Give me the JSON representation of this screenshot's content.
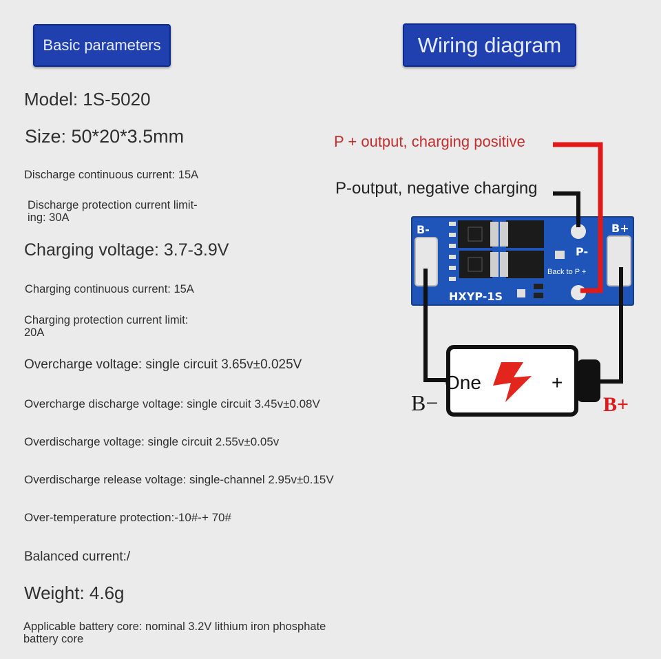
{
  "header": {
    "basic_parameters": "Basic parameters",
    "wiring_diagram": "Wiring diagram"
  },
  "parameters": {
    "model": "Model: 1S-5020",
    "size": "Size: 50*20*3.5mm",
    "discharge_continuous": "Discharge continuous current: 15A",
    "discharge_protection_line1": "Discharge protection current limit-",
    "discharge_protection_line2": "ing: 30A",
    "charging_voltage": "Charging voltage: 3.7-3.9V",
    "charging_continuous": "Charging continuous current: 15A",
    "charging_protection_line1": "Charging protection current limit:",
    "charging_protection_line2": "20A",
    "overcharge_voltage": "Overcharge voltage: single circuit 3.65v±0.025V",
    "overcharge_discharge_voltage": "Overcharge discharge voltage: single circuit 3.45v±0.08V",
    "overdischarge_voltage": "Overdischarge voltage: single circuit 2.55v±0.05v",
    "overdischarge_release": "Overdischarge release voltage: single-channel 2.95v±0.15V",
    "over_temperature": "Over-temperature protection:-10#-+ 70#",
    "balanced_current": "Balanced current:/",
    "weight": "Weight: 4.6g",
    "battery_core_line1": "Applicable battery core: nominal 3.2V lithium iron phosphate",
    "battery_core_line2": "battery core"
  },
  "wiring": {
    "p_plus_label": "P + output, charging positive",
    "p_minus_label": "P-output, negative charging",
    "board_label": "HXYP-1S",
    "pad_b_minus": "B-",
    "pad_b_plus": "B+",
    "pad_p_minus": "P-",
    "back_to_p_plus": "Back to P +",
    "battery_text": "One",
    "battery_plus": "+",
    "terminal_b_minus": "B−",
    "terminal_b_plus": "B+"
  },
  "colors": {
    "header_button": "#2140b0",
    "pcb_blue": "#1f55b8",
    "positive_wire": "#e01919",
    "negative_wire": "#111111",
    "bolt": "#e3261d"
  }
}
